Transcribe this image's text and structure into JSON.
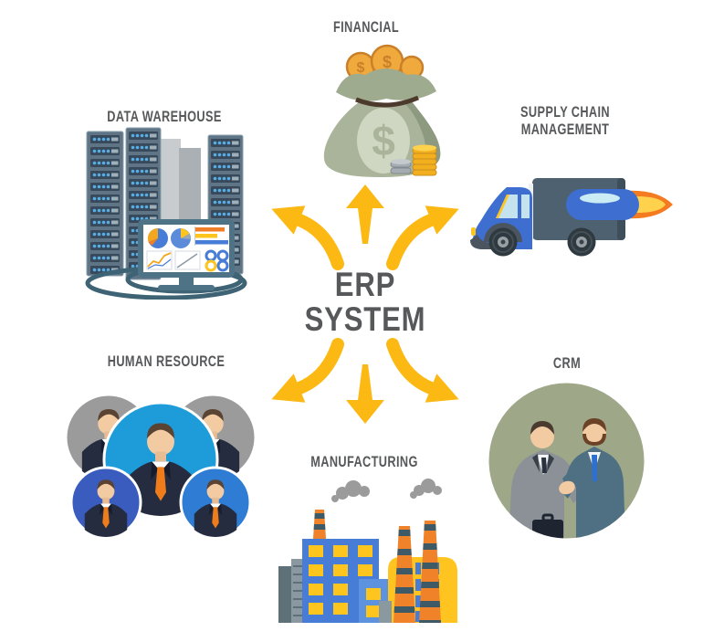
{
  "diagram": {
    "center": {
      "line1": "ERP",
      "line2": "SYSTEM"
    },
    "modules": [
      {
        "id": "financial",
        "label": "FINANCIAL",
        "icon": "money-bag-icon"
      },
      {
        "id": "data-warehouse",
        "label": "DATA WAREHOUSE",
        "icon": "server-racks-monitor-icon"
      },
      {
        "id": "supply-chain-management",
        "label": "SUPPLY CHAIN MANAGEMENT",
        "icon": "delivery-truck-rocket-icon"
      },
      {
        "id": "human-resource",
        "label": "HUMAN RESOURCE",
        "icon": "team-avatars-icon"
      },
      {
        "id": "crm",
        "label": "CRM",
        "icon": "handshake-circle-icon"
      },
      {
        "id": "manufacturing",
        "label": "MANUFACTURING",
        "icon": "factory-icon"
      }
    ],
    "currency_symbol": "$",
    "arrows": {
      "color": "#FCB813",
      "directions": [
        "up",
        "up-left",
        "up-right",
        "down-left",
        "down-right",
        "down"
      ]
    },
    "colors": {
      "background": "#FFFFFF",
      "text": "#57585A",
      "arrow": "#FCB813",
      "money_bag": "#A9B49A",
      "coin_gold": "#EFA93C",
      "server_rack": "#5F7585",
      "monitor_frame": "#4E7387",
      "truck_blue": "#3E6FD0",
      "cargo_box": "#4E6170",
      "flame_orange": "#F47B20",
      "hr_center_circle": "#1E9CD9",
      "hr_gray_circle": "#9B9B9B",
      "hr_indigo_circle": "#3A5CBF",
      "hr_blue_circle": "#2E7CD4",
      "crm_circle": "#9EA888",
      "factory_blue": "#477DD6",
      "factory_yellow": "#FFC41F",
      "chimney_orange": "#F0822A"
    }
  }
}
